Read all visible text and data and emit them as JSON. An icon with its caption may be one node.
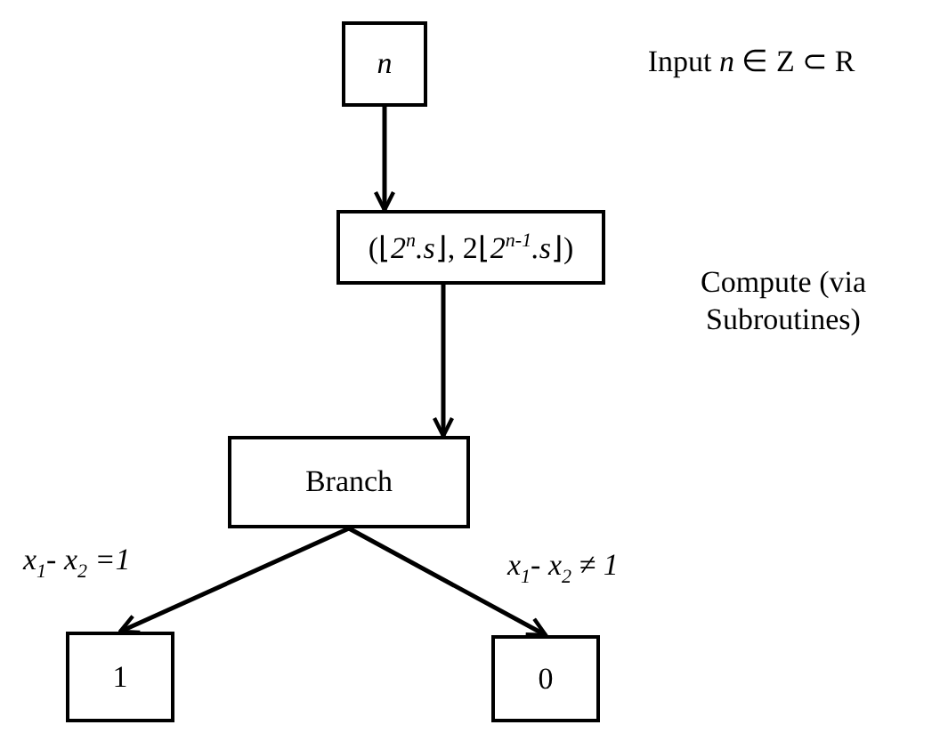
{
  "diagram": {
    "nodes": [
      {
        "text": [
          "n"
        ]
      },
      {
        "text": [
          "(⌊*2*$^{n}$*.s*⌋, 2⌊*2*$^{n-1}$*.s*⌋)"
        ]
      },
      {
        "text": [
          "Branch"
        ]
      },
      {
        "text": [
          "1"
        ]
      },
      {
        "text": [
          "0"
        ]
      }
    ],
    "edges": [
      {
        "from": 0,
        "to": 1,
        "arrow": "to"
      },
      {
        "from": 1,
        "to": 2,
        "arrow": "to"
      },
      {
        "from": 2,
        "to": 3,
        "arrow": "to",
        "label": "x$_{1}$- x$_{2}$ =1"
      },
      {
        "from": 2,
        "to": 4,
        "arrow": "to",
        "label": "x$_{1}$- x$_{2}$ ≠ 1"
      }
    ],
    "labels": [
      "Input *n* ∈ Z ⊂ R",
      "Compute (via Subroutines)"
    ]
  }
}
